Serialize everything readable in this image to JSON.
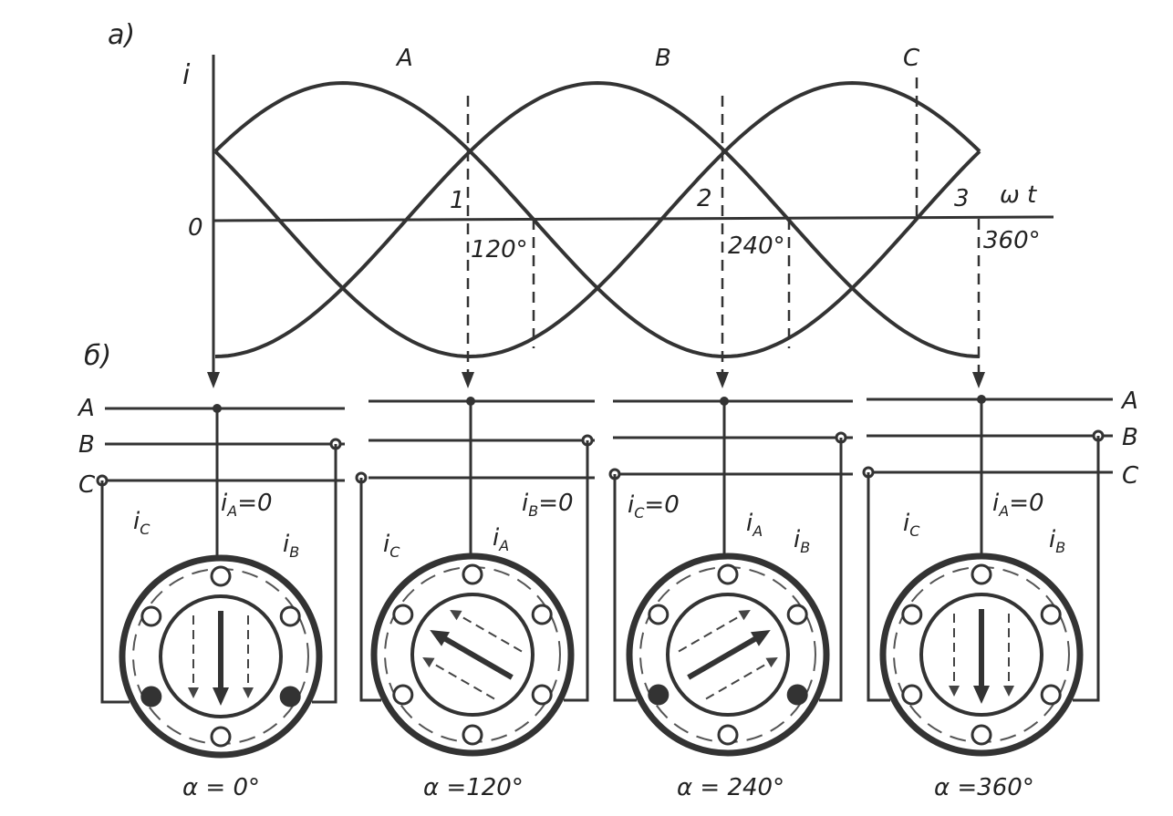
{
  "part_a_label": "а)",
  "part_b_label": "б)",
  "axis_i_label": "i",
  "axis_origin_label": "0",
  "axis_wt_label": "ω t",
  "phase_A_label": "A",
  "phase_B_label": "B",
  "phase_C_label": "C",
  "points": [
    {
      "number": "1",
      "angle": "120°"
    },
    {
      "number": "2",
      "angle": "240°"
    },
    {
      "number": "3",
      "angle": "360°"
    }
  ],
  "bus_left": [
    "A",
    "B",
    "C"
  ],
  "bus_right": [
    "A",
    "B",
    "C"
  ],
  "frames": [
    {
      "alpha": "α = 0°",
      "cur_A": "i",
      "cur_A_sub": "A",
      "cur_A_val": "=0",
      "cur_B": "i",
      "cur_B_sub": "B",
      "cur_B_val": "",
      "cur_C": "i",
      "cur_C_sub": "C",
      "cur_C_val": ""
    },
    {
      "alpha": "α =120°",
      "cur_A": "i",
      "cur_A_sub": "A",
      "cur_A_val": "",
      "cur_B": "i",
      "cur_B_sub": "B",
      "cur_B_val": "=0",
      "cur_C": "i",
      "cur_C_sub": "C",
      "cur_C_val": ""
    },
    {
      "alpha": "α = 240°",
      "cur_A": "i",
      "cur_A_sub": "A",
      "cur_A_val": "",
      "cur_B": "i",
      "cur_B_sub": "B",
      "cur_B_val": "",
      "cur_C": "i",
      "cur_C_sub": "C",
      "cur_C_val": "=0"
    },
    {
      "alpha": "α =360°",
      "cur_A": "i",
      "cur_A_sub": "A",
      "cur_A_val": "=0",
      "cur_B": "i",
      "cur_B_sub": "B",
      "cur_B_val": "",
      "cur_C": "i",
      "cur_C_sub": "C",
      "cur_C_val": ""
    }
  ],
  "colors": {
    "ink": "#333333",
    "paper": "#ffffff"
  }
}
